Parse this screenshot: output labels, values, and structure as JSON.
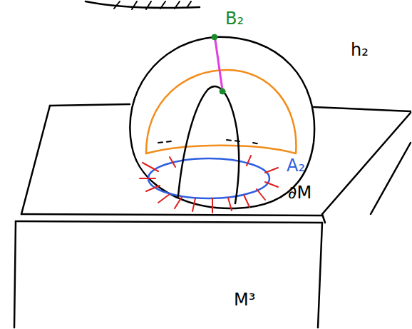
{
  "diagram": {
    "labels": [
      "B₂",
      "h₂",
      "A₂",
      "∂M",
      "M³"
    ]
  }
}
